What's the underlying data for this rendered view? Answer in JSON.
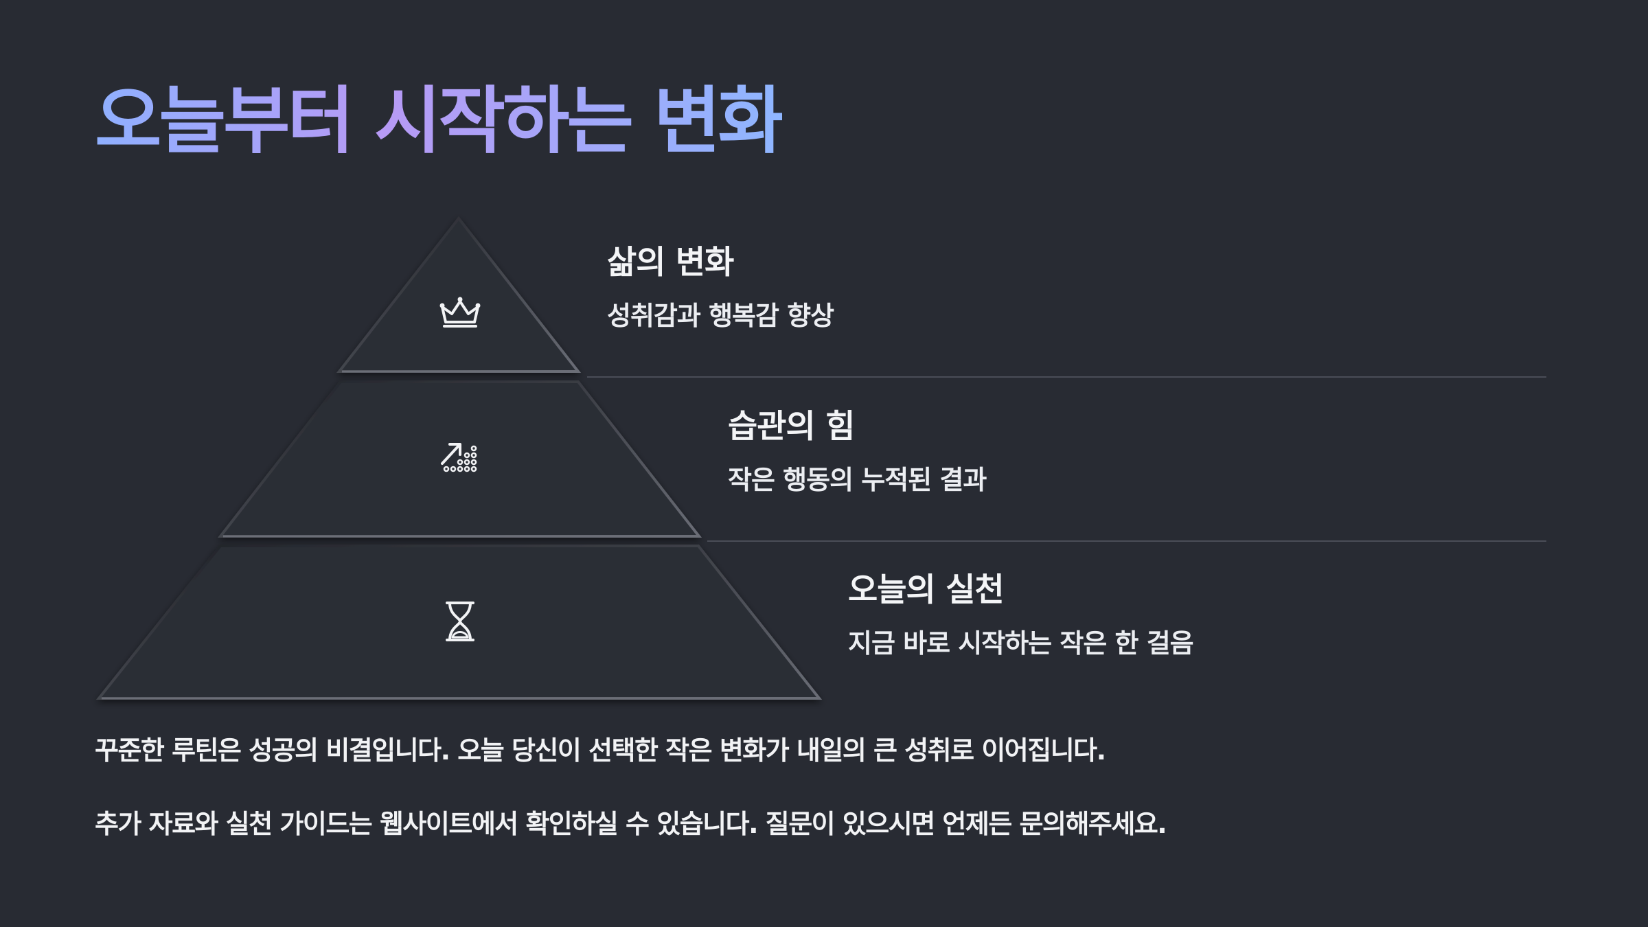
{
  "title": "오늘부터 시작하는 변화",
  "levels": [
    {
      "heading": "삶의 변화",
      "description": "성취감과 행복감 향상",
      "icon": "crown-icon"
    },
    {
      "heading": "습관의 힘",
      "description": "작은 행동의 누적된 결과",
      "icon": "growth-arrow-icon"
    },
    {
      "heading": "오늘의 실천",
      "description": "지금 바로 시작하는 작은 한 걸음",
      "icon": "hourglass-icon"
    }
  ],
  "paragraphs": [
    "꾸준한 루틴은 성공의 비결입니다. 오늘 당신이 선택한 작은 변화가 내일의 큰 성취로 이어집니다.",
    "추가 자료와 실천 가이드는 웹사이트에서 확인하실 수 있습니다. 질문이 있으시면 언제든 문의해주세요."
  ],
  "colors": {
    "background": "#282b33",
    "pyramid_fill": "#2a2d35",
    "divider": "#4a4d57",
    "title_gradient_start": "#8fb0ff",
    "title_gradient_mid": "#b79af5",
    "title_gradient_end": "#8fb6ff"
  }
}
